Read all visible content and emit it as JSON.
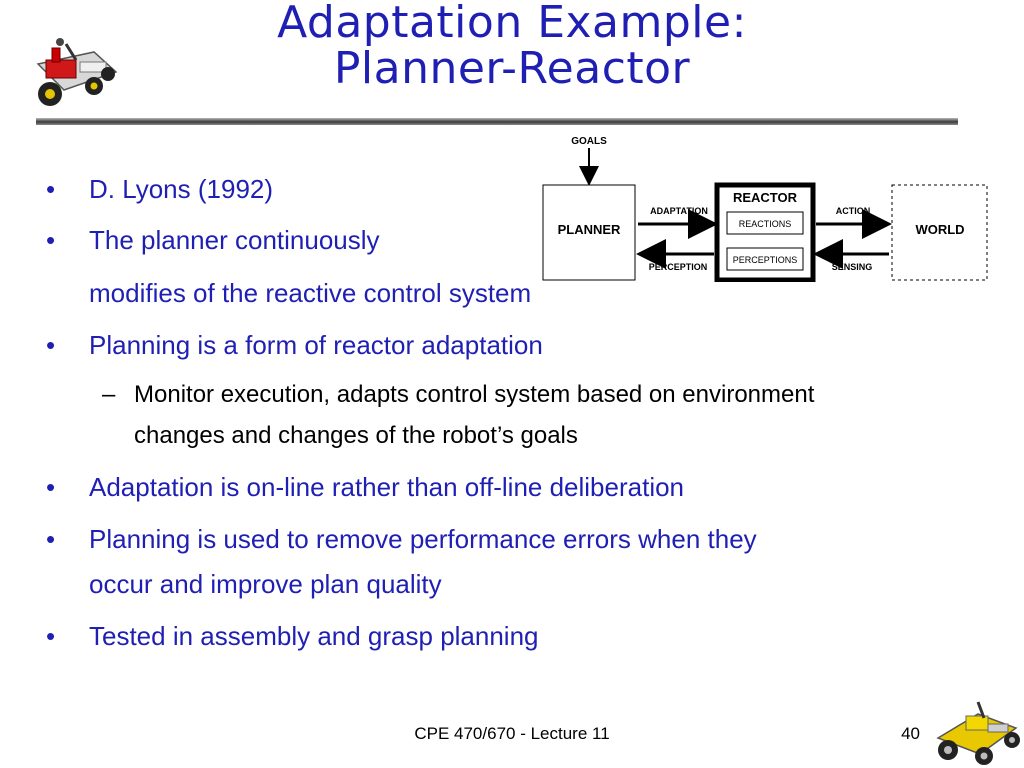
{
  "slide": {
    "title_line1": "Adaptation Example:",
    "title_line2": "Planner-Reactor"
  },
  "bullets": {
    "b1": "D. Lyons (1992)",
    "b2": "The planner continuously",
    "b2_cont": "modifies of the reactive control system",
    "b3": "Planning is a form of reactor adaptation",
    "b3_sub_line1": "Monitor execution, adapts control system based on environment",
    "b3_sub_line2": "changes and changes of the robot’s goals",
    "b4": "Adaptation is on-line rather than off-line deliberation",
    "b5_line1": "Planning is used to remove performance errors when they",
    "b5_line2": "occur and improve plan quality",
    "b6": "Tested in assembly and grasp planning",
    "bullet_symbol": "•",
    "sub_symbol": "–"
  },
  "diagram": {
    "goals": "GOALS",
    "planner": "PLANNER",
    "adaptation": "ADAPTATION",
    "perception": "PERCEPTION",
    "reactor": "REACTOR",
    "reactions": "REACTIONS",
    "perceptions": "PERCEPTIONS",
    "action": "ACTION",
    "sensing": "SENSING",
    "world": "WORLD"
  },
  "footer": {
    "course": "CPE 470/670 - Lecture 11",
    "page": "40"
  },
  "colors": {
    "text_blue": "#1f1fb4",
    "rule": "#3c3c3c"
  },
  "icons": {
    "top_logo": "robot-car-icon",
    "bottom_logo": "robot-vehicle-icon"
  }
}
